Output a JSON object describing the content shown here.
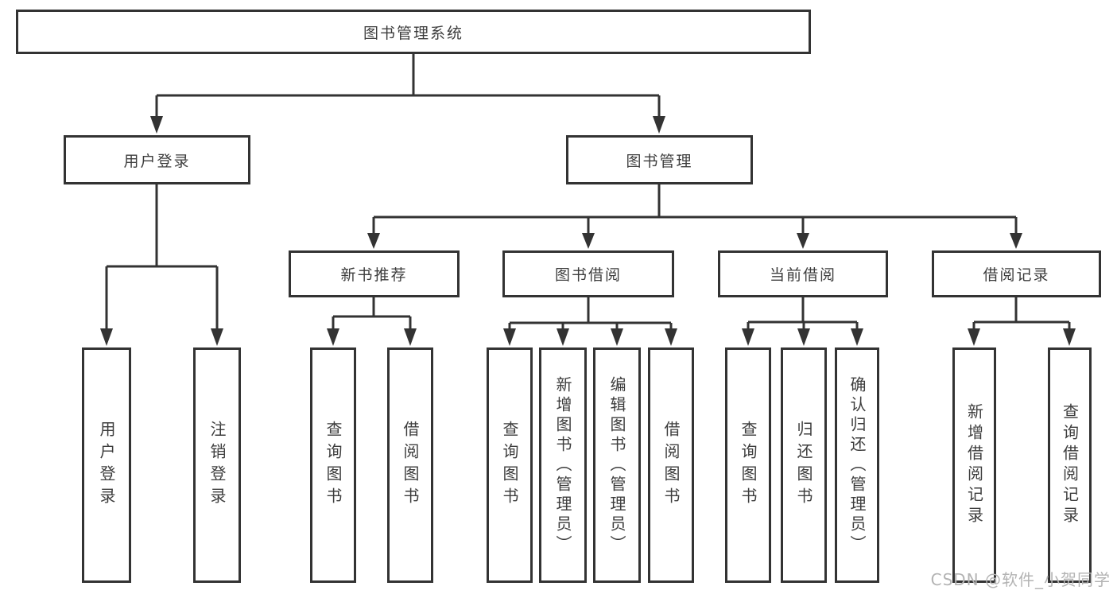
{
  "diagram": {
    "root": {
      "label": "图书管理系统"
    },
    "level2": [
      {
        "label": "用户登录"
      },
      {
        "label": "图书管理"
      }
    ],
    "level3": [
      {
        "label": "新书推荐",
        "parent": "图书管理"
      },
      {
        "label": "图书借阅",
        "parent": "图书管理"
      },
      {
        "label": "当前借阅",
        "parent": "图书管理"
      },
      {
        "label": "借阅记录",
        "parent": "图书管理"
      }
    ],
    "leaves": [
      {
        "label": "用户登录",
        "parent": "用户登录"
      },
      {
        "label": "注销登录",
        "parent": "用户登录"
      },
      {
        "label": "查询图书",
        "parent": "新书推荐"
      },
      {
        "label": "借阅图书",
        "parent": "新书推荐"
      },
      {
        "label": "查询图书",
        "parent": "图书借阅"
      },
      {
        "label": "新增图书（管理员）",
        "parent": "图书借阅"
      },
      {
        "label": "编辑图书（管理员）",
        "parent": "图书借阅"
      },
      {
        "label": "借阅图书",
        "parent": "图书借阅"
      },
      {
        "label": "查询图书",
        "parent": "当前借阅"
      },
      {
        "label": "归还图书",
        "parent": "当前借阅"
      },
      {
        "label": "确认归还（管理员）",
        "parent": "当前借阅"
      },
      {
        "label": "新增借阅记录",
        "parent": "借阅记录"
      },
      {
        "label": "查询借阅记录",
        "parent": "借阅记录"
      }
    ]
  },
  "watermark": {
    "text": "CSDN @软件_小贺同学"
  },
  "colors": {
    "line": "#333333",
    "text": "#3d3d3d",
    "background": "#ffffff",
    "watermark": "#b3b3b3"
  }
}
